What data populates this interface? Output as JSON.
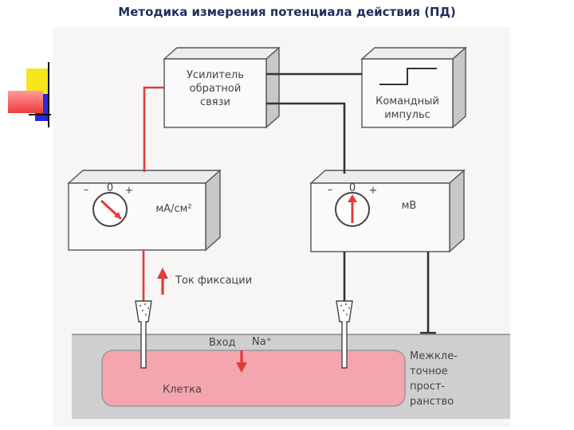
{
  "slide": {
    "title": "Методика измерения потенциала действия (ПД)"
  },
  "diagram": {
    "amplifier": {
      "lines": [
        "Усилитель",
        "обратной",
        "связи"
      ]
    },
    "command": {
      "lines": [
        "Командный",
        "импульс"
      ]
    },
    "ammeter": {
      "minus": "–",
      "zero": "0",
      "plus": "+",
      "unit": "мА/см²"
    },
    "voltmeter": {
      "minus": "–",
      "zero": "0",
      "plus": "+",
      "unit": "мВ"
    },
    "clamp_current": "Ток фиксации",
    "na_entry": {
      "word": "Вход",
      "ion": "Na⁺"
    },
    "cell": "Клетка",
    "extracellular": {
      "lines": [
        "Межкле-",
        "точное",
        "прост-",
        "ранство"
      ]
    }
  },
  "colors": {
    "red": "#e33a3a",
    "cell_fill": "#f5a5ad",
    "bath": "#cfcfcf",
    "box_face": "#fafafa",
    "box_side": "#c8c8c8",
    "title": "#1f2f5a",
    "deco_yellow": "#f5e61c",
    "deco_blue": "#2a2ad6"
  }
}
